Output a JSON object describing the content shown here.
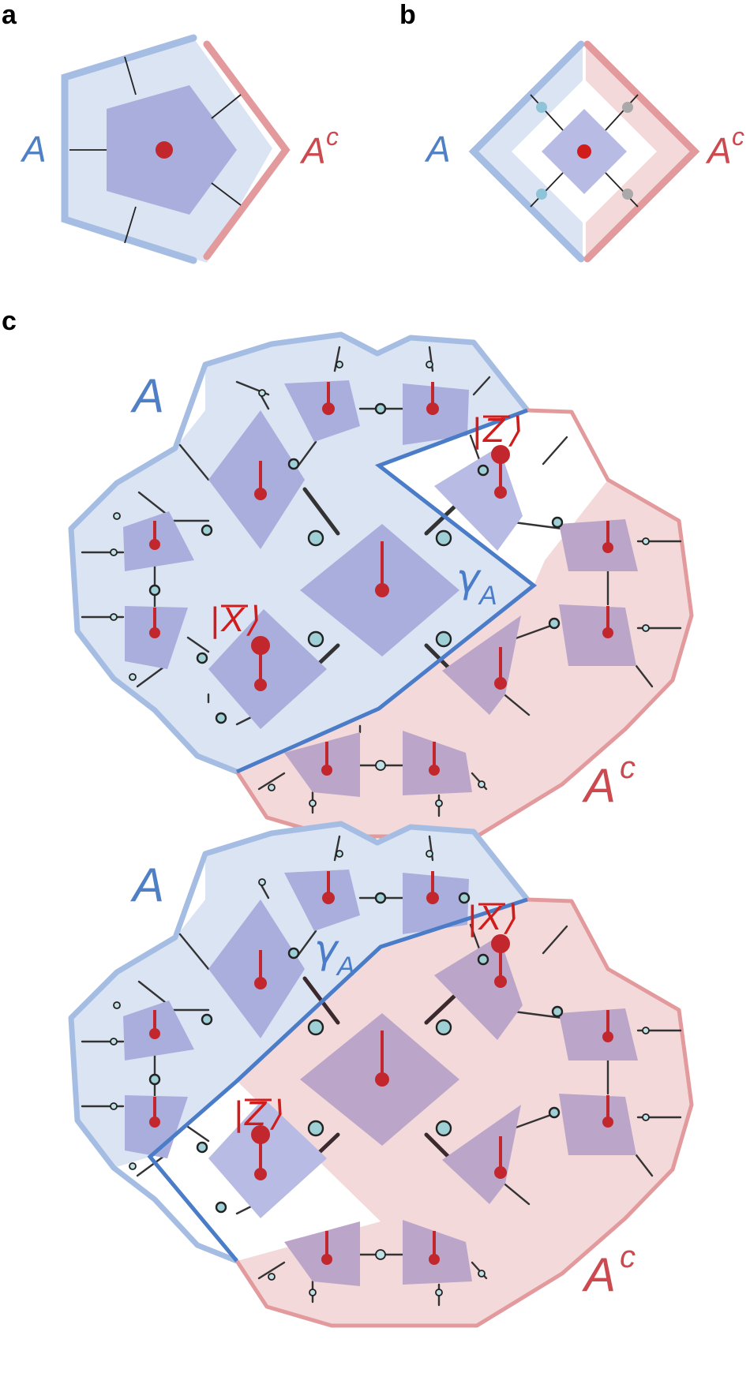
{
  "colors": {
    "region_a_fill": "#dbe4f3",
    "region_a_border": "#a6bde3",
    "region_ac_fill": "#f4d9da",
    "region_ac_border": "#e29a9d",
    "tensor_blue": "#a9aedd",
    "tensor_purple": "#bba6c9",
    "bulk_red": "#d11c1c",
    "cut_blue": "#4a7cc8",
    "label_blue": "#4f80c6",
    "label_red": "#cc4a4f",
    "node_cyan": "#9fd0d6",
    "node_grey": "#aab3b6"
  },
  "panels": {
    "a": {
      "letter": "a",
      "region_a": "A",
      "region_ac": "A",
      "region_ac_sup": "c"
    },
    "b": {
      "letter": "b",
      "region_a": "A",
      "region_ac": "A",
      "region_ac_sup": "c"
    },
    "c": {
      "letter": "c",
      "top": {
        "region_a": "A",
        "region_ac": "A",
        "region_ac_sup": "c",
        "gamma": "γ",
        "gamma_sub": "A",
        "ket_z_open": "|",
        "ket_z_letter": "Z",
        "ket_z_close": "⟩",
        "ket_x_open": "|",
        "ket_x_letter": "X",
        "ket_x_close": "⟩"
      },
      "bottom": {
        "region_a": "A",
        "region_ac": "A",
        "region_ac_sup": "c",
        "gamma": "γ",
        "gamma_sub": "A",
        "ket_x_open": "|",
        "ket_x_letter": "X",
        "ket_x_close": "⟩",
        "ket_z_open": "|",
        "ket_z_letter": "Z",
        "ket_z_close": "⟩"
      }
    }
  }
}
